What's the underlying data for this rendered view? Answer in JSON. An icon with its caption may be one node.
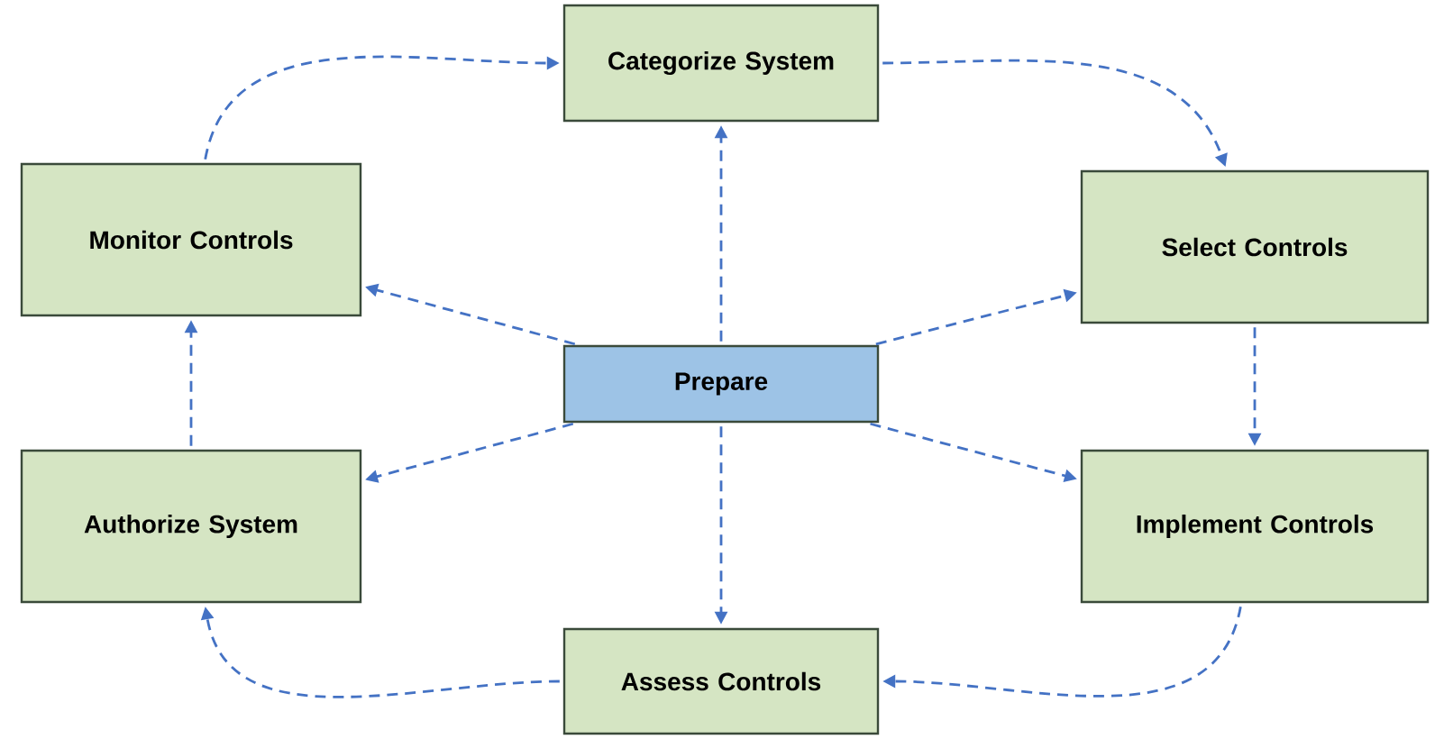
{
  "diagram": {
    "nodes": [
      {
        "text": [
          "Categorize System"
        ]
      },
      {
        "text": [
          "Monitor Controls"
        ]
      },
      {
        "text": [
          "Select Controls"
        ]
      },
      {
        "text": [
          "Prepare"
        ]
      },
      {
        "text": [
          "Authorize System"
        ]
      },
      {
        "text": [
          "Implement Controls"
        ]
      },
      {
        "text": [
          "Assess Controls"
        ]
      }
    ],
    "edges": [
      {
        "from": 1,
        "to": 0,
        "arrow": "to",
        "style": "dashed"
      },
      {
        "from": 0,
        "to": 2,
        "arrow": "to",
        "style": "dashed"
      },
      {
        "from": 2,
        "to": 5,
        "arrow": "to",
        "style": "dashed"
      },
      {
        "from": 5,
        "to": 6,
        "arrow": "to",
        "style": "dashed"
      },
      {
        "from": 6,
        "to": 4,
        "arrow": "to",
        "style": "dashed"
      },
      {
        "from": 4,
        "to": 1,
        "arrow": "to",
        "style": "dashed"
      },
      {
        "from": 3,
        "to": 0,
        "arrow": "to",
        "style": "dashed"
      },
      {
        "from": 3,
        "to": 1,
        "arrow": "to",
        "style": "dashed"
      },
      {
        "from": 3,
        "to": 2,
        "arrow": "to",
        "style": "dashed"
      },
      {
        "from": 3,
        "to": 4,
        "arrow": "to",
        "style": "dashed"
      },
      {
        "from": 3,
        "to": 5,
        "arrow": "to",
        "style": "dashed"
      },
      {
        "from": 3,
        "to": 6,
        "arrow": "to",
        "style": "dashed"
      }
    ]
  }
}
